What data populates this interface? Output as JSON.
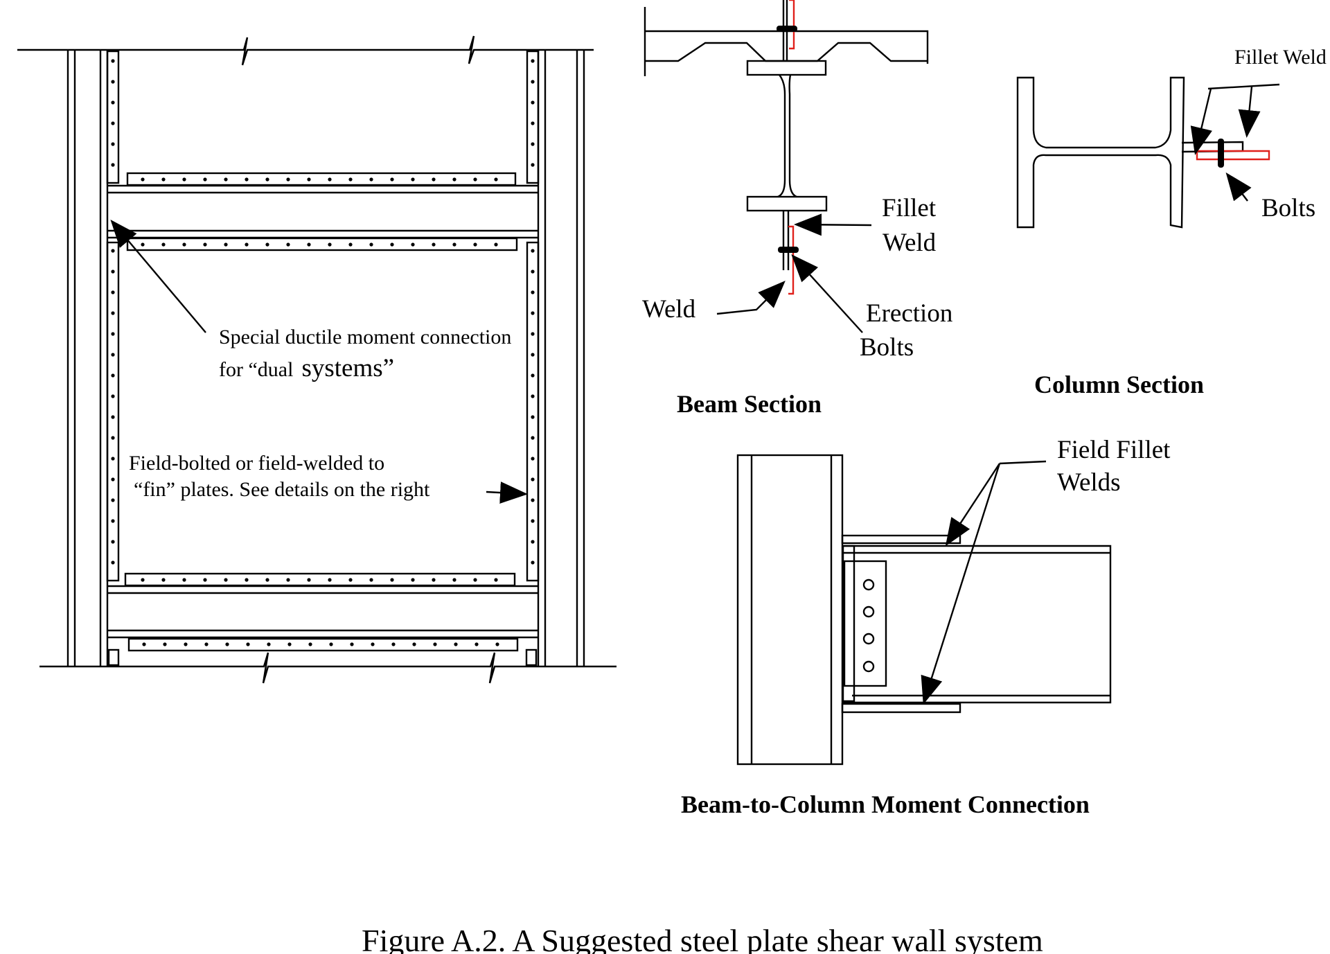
{
  "figure": {
    "caption": "Figure A.2. A Suggested  steel plate shear wall system"
  },
  "elevation": {
    "label_moment_line1": "Special ductile moment connection",
    "label_moment_line2_a": "for “dual",
    "label_moment_line2_b": "systems”",
    "label_fin_line1": "Field-bolted or field-welded to",
    "label_fin_line2": "“fin” plates. See details on the right"
  },
  "beam_section": {
    "title": "Beam Section",
    "fillet_weld_line1": "Fillet",
    "fillet_weld_line2": "Weld",
    "weld": "Weld",
    "erection_bolts_line1": "Erection",
    "erection_bolts_line2": "Bolts"
  },
  "column_section": {
    "title": "Column Section",
    "fillet_weld": "Fillet Weld",
    "bolts": "Bolts"
  },
  "moment_connection": {
    "title": "Beam-to-Column  Moment Connection",
    "field_fillet_line1": "Field Fillet",
    "field_fillet_line2": "Welds"
  },
  "colors": {
    "line": "#000000",
    "weld_plate": "#e0201b"
  }
}
